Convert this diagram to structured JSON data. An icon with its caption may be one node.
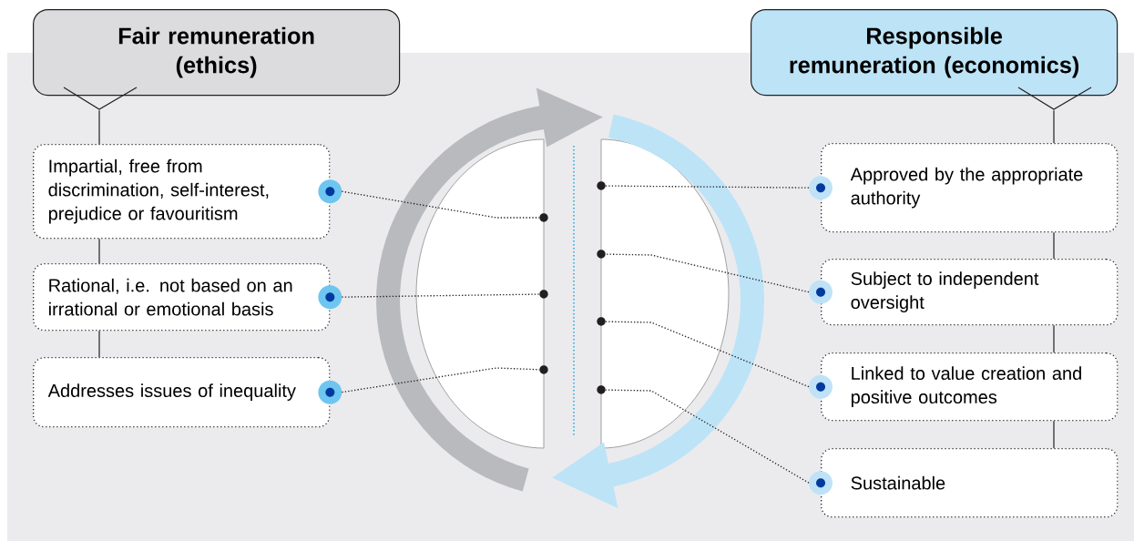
{
  "diagram": {
    "nodes": [
      {
        "text": [
          "Fair remuneration (ethics)"
        ]
      },
      {
        "text": [
          "Impartial, free from discrimination, self-interest, prejudice or favouritism"
        ]
      },
      {
        "text": [
          "Rational, i.e. not based on an irrational or emotional basis"
        ]
      },
      {
        "text": [
          "Addresses issues of inequality"
        ]
      },
      {
        "text": [
          "Responsible remuneration (economics)"
        ]
      },
      {
        "text": [
          "Approved by the appropriate authority"
        ]
      },
      {
        "text": [
          "Subject to independent oversight"
        ]
      },
      {
        "text": [
          "Linked to value creation and positive outcomes"
        ]
      },
      {
        "text": [
          "Sustainable"
        ]
      },
      {
        "text": [],
        "shape": "circle"
      },
      {
        "text": [],
        "shape": "circle"
      },
      {
        "text": [],
        "shape": "circle"
      },
      {
        "text": [],
        "shape": "circle"
      },
      {
        "text": [],
        "shape": "circle"
      },
      {
        "text": [],
        "shape": "circle"
      },
      {
        "text": [],
        "shape": "circle"
      }
    ],
    "edges": [
      {
        "from": 0,
        "to": 1,
        "arrow": "none"
      },
      {
        "from": 1,
        "to": 2,
        "arrow": "none"
      },
      {
        "from": 2,
        "to": 3,
        "arrow": "none"
      },
      {
        "from": 4,
        "to": 5,
        "arrow": "none"
      },
      {
        "from": 5,
        "to": 6,
        "arrow": "none"
      },
      {
        "from": 6,
        "to": 7,
        "arrow": "none"
      },
      {
        "from": 7,
        "to": 8,
        "arrow": "none"
      },
      {
        "from": 1,
        "to": 9,
        "arrow": "none",
        "style": "dashed"
      },
      {
        "from": 2,
        "to": 10,
        "arrow": "none",
        "style": "dashed"
      },
      {
        "from": 3,
        "to": 11,
        "arrow": "none",
        "style": "dashed"
      },
      {
        "from": 5,
        "to": 12,
        "arrow": "none",
        "style": "dashed"
      },
      {
        "from": 6,
        "to": 13,
        "arrow": "none",
        "style": "dashed"
      },
      {
        "from": 7,
        "to": 14,
        "arrow": "none",
        "style": "dashed"
      },
      {
        "from": 8,
        "to": 15,
        "arrow": "none",
        "style": "dashed"
      }
    ]
  }
}
